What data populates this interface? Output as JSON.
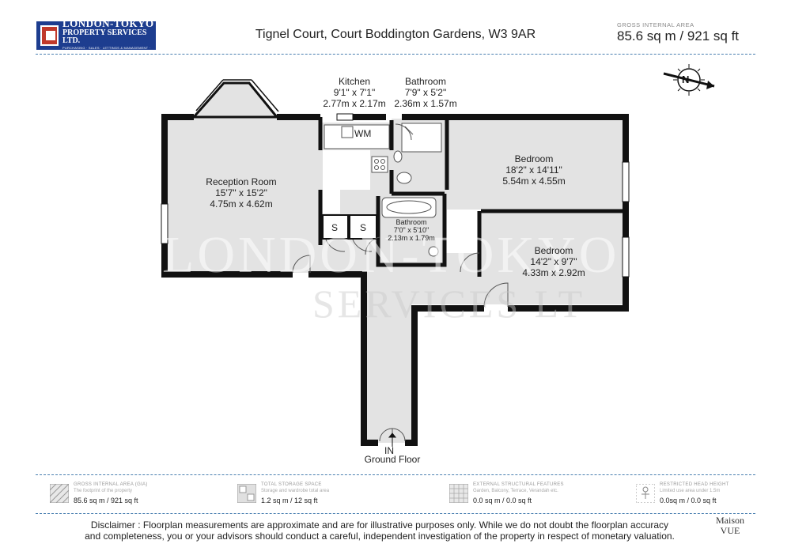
{
  "header": {
    "logo_line1": "LONDON-TOKYO",
    "logo_line2": "PROPERTY SERVICES LTD.",
    "logo_line3": "PURCHASING · SALES · LETTINGS & MANAGEMENT · SINCE 1997",
    "address": "Tignel Court, Court Boddington Gardens, W3 9AR",
    "gia_label": "GROSS INTERNAL AREA",
    "gia_value": "85.6 sq m / 921 sq ft"
  },
  "floorplan": {
    "rooms": {
      "reception": {
        "name": "Reception Room",
        "imperial": "15'7\" x 15'2\"",
        "metric": "4.75m x 4.62m"
      },
      "kitchen": {
        "name": "Kitchen",
        "imperial": "9'1\" x 7'1\"",
        "metric": "2.77m x 2.17m"
      },
      "bathroom_top": {
        "name": "Bathroom",
        "imperial": "7'9\" x 5'2\"",
        "metric": "2.36m x 1.57m"
      },
      "bedroom1": {
        "name": "Bedroom",
        "imperial": "18'2\" x 14'11\"",
        "metric": "5.54m x 4.55m"
      },
      "bathroom_mid": {
        "name": "Bathroom",
        "imperial": "7'0\" x 5'10\"",
        "metric": "2.13m x 1.79m"
      },
      "bedroom2": {
        "name": "Bedroom",
        "imperial": "14'2\" x 9'7\"",
        "metric": "4.33m x 2.92m"
      }
    },
    "wm": "WM",
    "storage1": "S",
    "storage2": "S",
    "entrance": "IN",
    "floor": "Ground Floor",
    "compass": "N",
    "watermark_line1": "LONDON-TOKYO",
    "watermark_line2": "SERVICES LT"
  },
  "key": [
    {
      "title": "GROSS INTERNAL AREA (GIA)",
      "desc": "The footprint of the property",
      "value": "85.6 sq m / 921 sq ft"
    },
    {
      "title": "TOTAL STORAGE SPACE",
      "desc": "Storage and wardrobe total area",
      "value": "1.2 sq m / 12 sq ft"
    },
    {
      "title": "EXTERNAL STRUCTURAL FEATURES",
      "desc": "Garden, Balcony, Terrace, Verandah etc.",
      "value": "0.0 sq m / 0.0 sq ft"
    },
    {
      "title": "RESTRICTED HEAD HEIGHT",
      "desc": "Limited use area under 1.5m",
      "value": "0.0sq m / 0.0 sq ft"
    }
  ],
  "footer": {
    "disclaimer_line1": "Disclaimer : Floorplan measurements are approximate and are for illustrative purposes only. While we do not doubt the floorplan accuracy",
    "disclaimer_line2": "and completeness, you or your advisors should conduct a careful, independent investigation of the property in respect of monetary valuation.",
    "brand_line1": "Maison",
    "brand_line2": "VUE"
  },
  "colors": {
    "wall": "#111111",
    "floor": "#e3e3e3",
    "logo_bg": "#1d3d8f",
    "dash": "#4a7fb0"
  }
}
